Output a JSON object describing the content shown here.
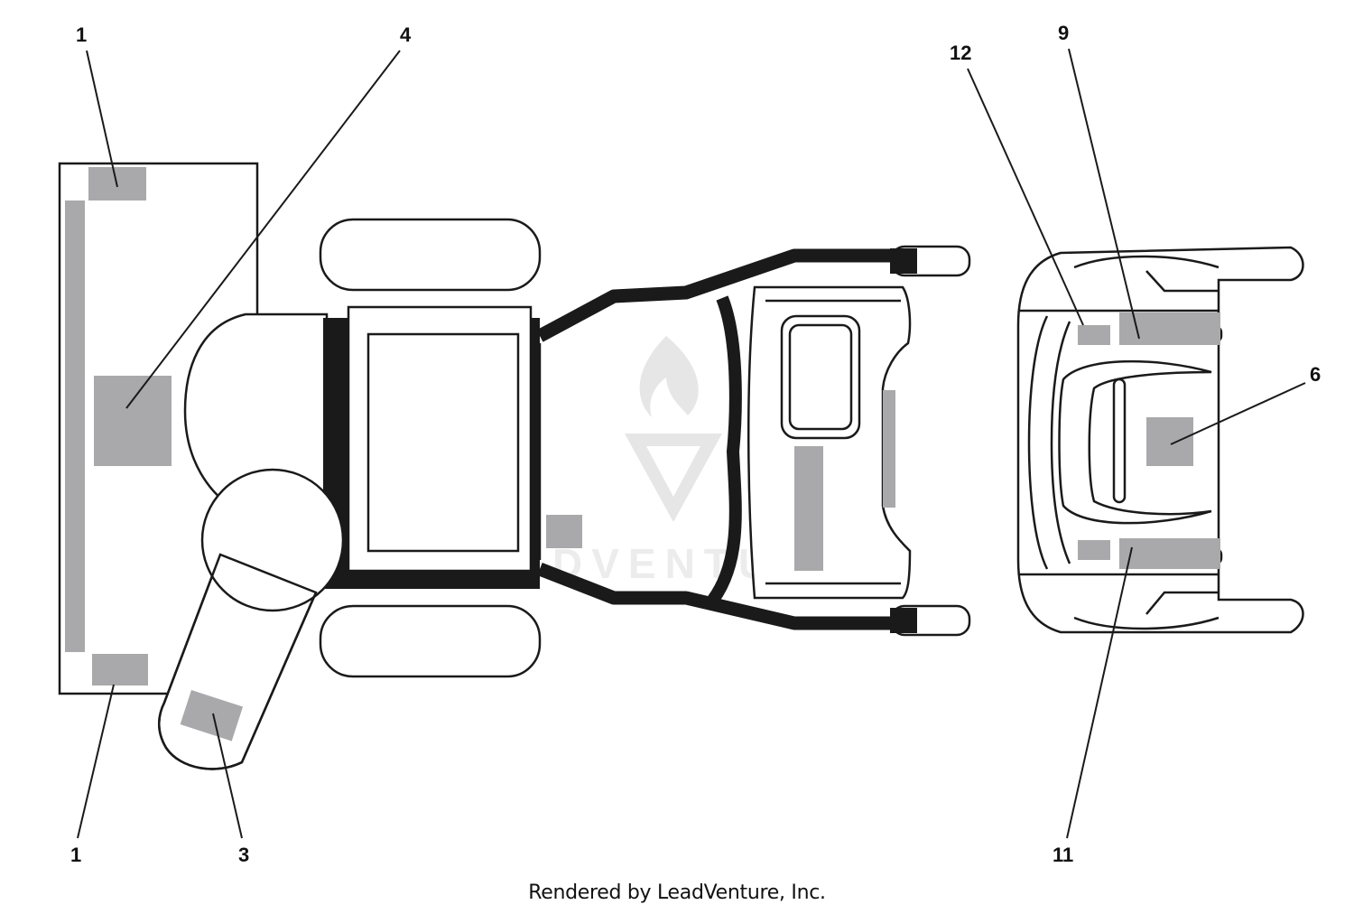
{
  "callouts": [
    {
      "id": "c1a",
      "label": "1"
    },
    {
      "id": "c4",
      "label": "4"
    },
    {
      "id": "c12",
      "label": "12"
    },
    {
      "id": "c9",
      "label": "9"
    },
    {
      "id": "c6",
      "label": "6"
    },
    {
      "id": "c1b",
      "label": "1"
    },
    {
      "id": "c3",
      "label": "3"
    },
    {
      "id": "c11",
      "label": "11"
    }
  ],
  "watermark": {
    "text": "LEADVENTURE"
  },
  "footer": {
    "text": "Rendered by LeadVenture, Inc."
  },
  "colors": {
    "decal": "#a9a9ab",
    "line": "#1a1a1a",
    "background": "#ffffff"
  }
}
